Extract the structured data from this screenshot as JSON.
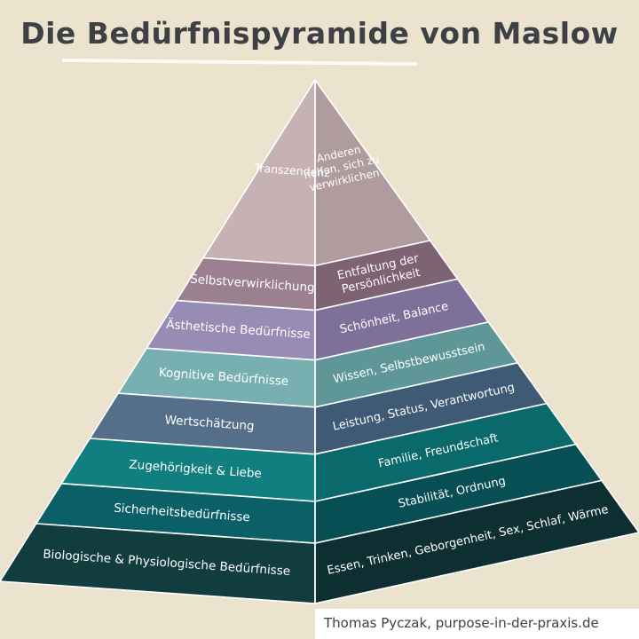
{
  "title": "Die Bedürfnispyramide von Maslow",
  "credit": "Thomas Pyczak, purpose-in-der-praxis.de",
  "levels": [
    {
      "name": "Transzendenz",
      "desc": [
        "Anderen",
        "helfen, sich zu",
        "verwirklichen"
      ],
      "left_color": "#c6b2b5",
      "right_color": "#b09b9e"
    },
    {
      "name": "Selbstverwirklichung",
      "desc": [
        "Entfaltung der",
        "Persönlichkeit"
      ],
      "left_color": "#9b8190",
      "right_color": "#7e6373"
    },
    {
      "name": "Ästhetische Bedürfnisse",
      "desc": [
        "Schönheit, Balance"
      ],
      "left_color": "#978cb4",
      "right_color": "#7d7199"
    },
    {
      "name": "Kognitive Bedürfnisse",
      "desc": [
        "Wissen, Selbstbewusstsein"
      ],
      "left_color": "#78b0b1",
      "right_color": "#5f9698"
    },
    {
      "name": "Wertschätzung",
      "desc": [
        "Leistung, Status, Verantwortung"
      ],
      "left_color": "#556f8b",
      "right_color": "#3f5a74"
    },
    {
      "name": "Zugehörigkeit & Liebe",
      "desc": [
        "Familie, Freundschaft"
      ],
      "left_color": "#117f7f",
      "right_color": "#0a6a6b"
    },
    {
      "name": "Sicherheitsbedürfnisse",
      "desc": [
        "Stabilität, Ordnung"
      ],
      "left_color": "#0a6066",
      "right_color": "#084f55"
    },
    {
      "name": "Biologische & Physiologische Bedürfnisse",
      "desc": [
        "Essen, Trinken, Geborgenheit, Sex, Schlaf, Wärme"
      ],
      "left_color": "#123d3f",
      "right_color": "#0d2f31"
    }
  ]
}
